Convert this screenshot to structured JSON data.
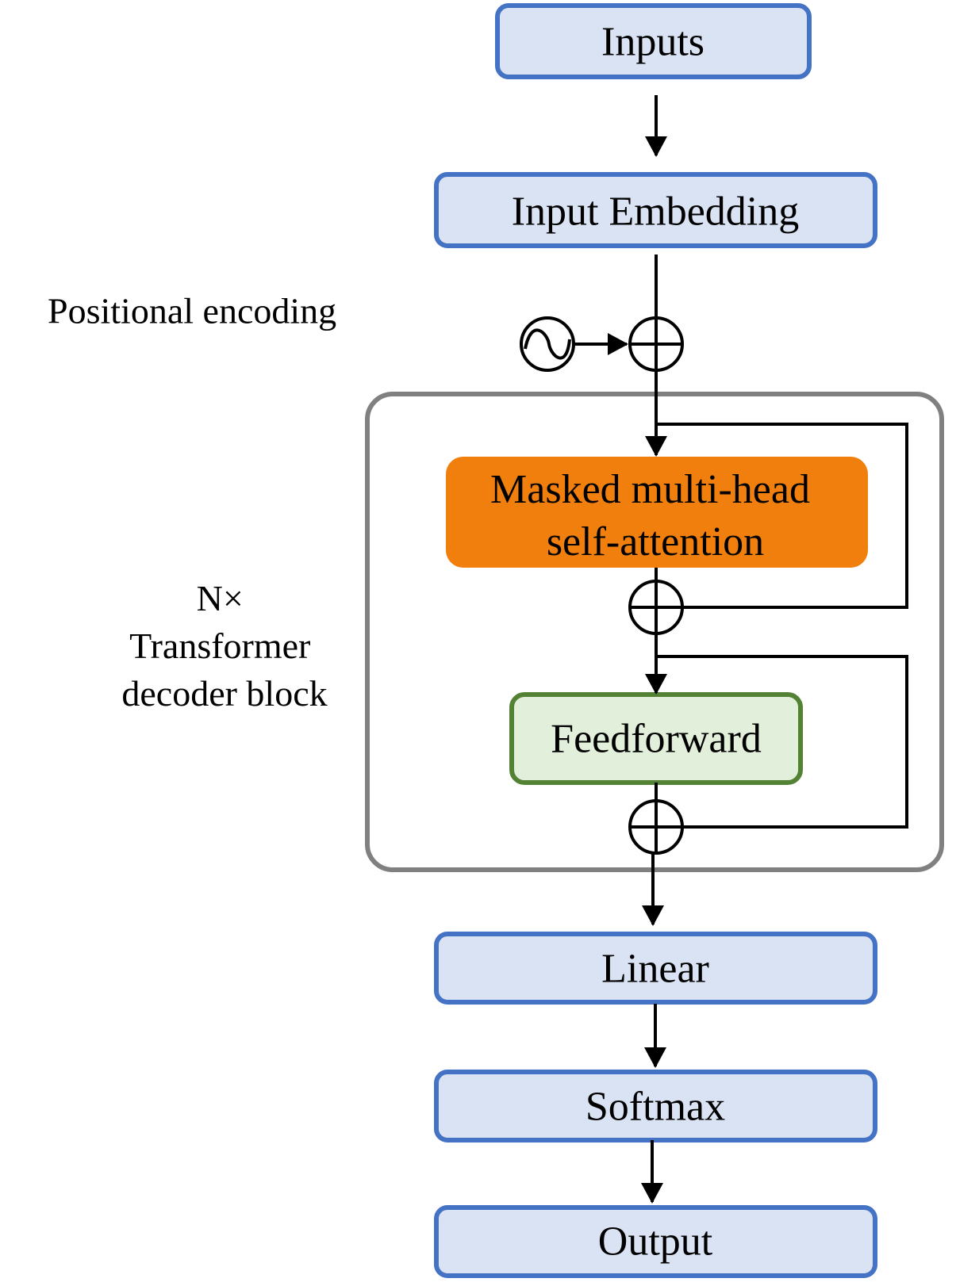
{
  "labels": {
    "inputs": "Inputs",
    "input_embedding": "Input Embedding",
    "positional_encoding": "Positional encoding",
    "attention_line1": "Masked multi-head",
    "attention_line2": "self-attention",
    "feedforward": "Feedforward",
    "repeat_line1": "N×",
    "repeat_line2": "Transformer",
    "repeat_line3": "decoder block",
    "linear": "Linear",
    "softmax": "Softmax",
    "output": "Output"
  },
  "colors": {
    "blue_fill": "#dae3f3",
    "blue_stroke": "#4472c4",
    "orange_fill": "#f07f0d",
    "green_fill": "#e2efda",
    "green_stroke": "#548235",
    "block_stroke": "#808080",
    "line": "#000000"
  },
  "icons": {
    "positional_encoding": "sine-wave-icon",
    "residual_add": "circle-plus-icon"
  }
}
